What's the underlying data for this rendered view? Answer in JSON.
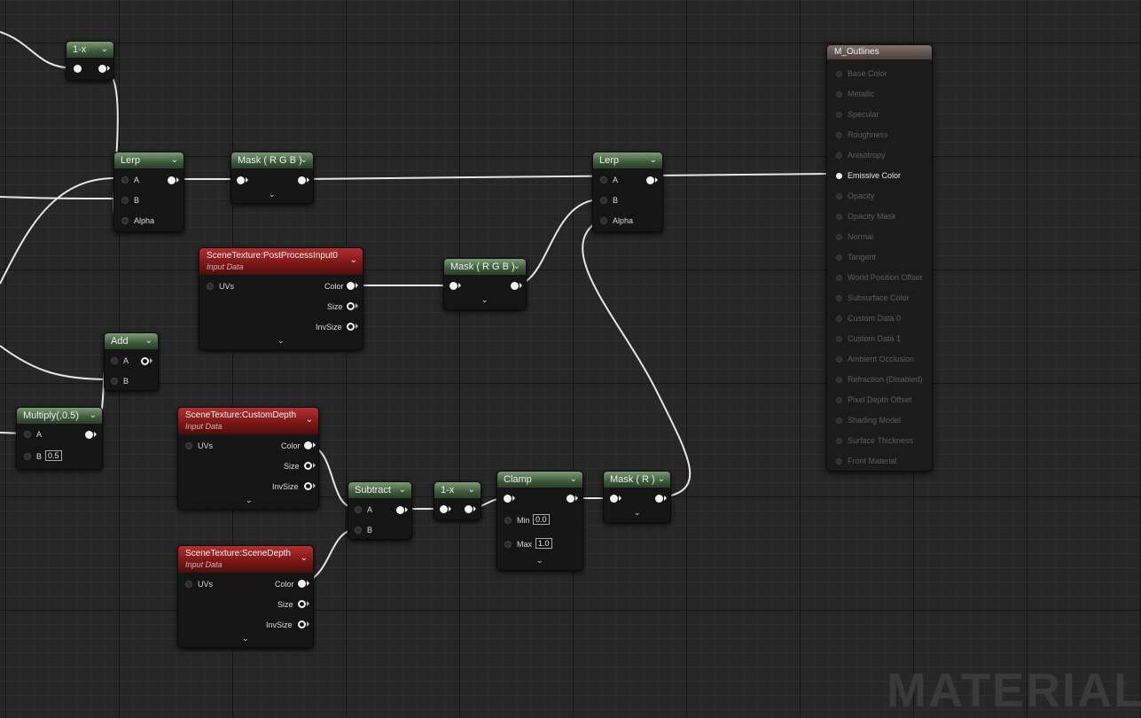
{
  "watermark": "MATERIAL",
  "nodes": {
    "oneminus1": {
      "title": "1-x"
    },
    "lerp1": {
      "title": "Lerp",
      "pins": {
        "a": "A",
        "b": "B",
        "alpha": "Alpha"
      }
    },
    "mask1": {
      "title": "Mask ( R G B )"
    },
    "lerp2": {
      "title": "Lerp",
      "pins": {
        "a": "A",
        "b": "B",
        "alpha": "Alpha"
      }
    },
    "st_post": {
      "title": "SceneTexture:PostProcessInput0",
      "subtitle": "Input Data",
      "pins": {
        "uvs": "UVs",
        "color": "Color",
        "size": "Size",
        "invsize": "InvSize"
      }
    },
    "mask2": {
      "title": "Mask ( R G B )"
    },
    "add": {
      "title": "Add",
      "pins": {
        "a": "A",
        "b": "B"
      }
    },
    "multiply": {
      "title": "Multiply(,0.5)",
      "pins": {
        "a": "A",
        "b": "B"
      },
      "b_value": "0.5"
    },
    "st_custom": {
      "title": "SceneTexture:CustomDepth",
      "subtitle": "Input Data",
      "pins": {
        "uvs": "UVs",
        "color": "Color",
        "size": "Size",
        "invsize": "InvSize"
      }
    },
    "subtract": {
      "title": "Subtract",
      "pins": {
        "a": "A",
        "b": "B"
      }
    },
    "oneminus2": {
      "title": "1-x"
    },
    "clamp": {
      "title": "Clamp",
      "pins": {
        "min": "Min",
        "max": "Max"
      },
      "min_value": "0.0",
      "max_value": "1.0"
    },
    "mask3": {
      "title": "Mask ( R )"
    },
    "st_scene": {
      "title": "SceneTexture:SceneDepth",
      "subtitle": "Input Data",
      "pins": {
        "uvs": "UVs",
        "color": "Color",
        "size": "Size",
        "invsize": "InvSize"
      }
    }
  },
  "result": {
    "title": "M_Outlines",
    "inputs": [
      {
        "label": "Base Color",
        "active": false
      },
      {
        "label": "Metallic",
        "active": false
      },
      {
        "label": "Specular",
        "active": false
      },
      {
        "label": "Roughness",
        "active": false
      },
      {
        "label": "Anisotropy",
        "active": false
      },
      {
        "label": "Emissive Color",
        "active": true
      },
      {
        "label": "Opacity",
        "active": false
      },
      {
        "label": "Opacity Mask",
        "active": false
      },
      {
        "label": "Normal",
        "active": false
      },
      {
        "label": "Tangent",
        "active": false
      },
      {
        "label": "World Position Offset",
        "active": false
      },
      {
        "label": "Subsurface Color",
        "active": false
      },
      {
        "label": "Custom Data 0",
        "active": false
      },
      {
        "label": "Custom Data 1",
        "active": false
      },
      {
        "label": "Ambient Occlusion",
        "active": false
      },
      {
        "label": "Refraction (Disabled)",
        "active": false
      },
      {
        "label": "Pixel Depth Offset",
        "active": false
      },
      {
        "label": "Shading Model",
        "active": false
      },
      {
        "label": "Surface Thickness",
        "active": false
      },
      {
        "label": "Front Material",
        "active": false
      }
    ]
  },
  "colors": {
    "wire": "#e6e6e6",
    "math_header": "#4b6a48",
    "texture_header": "#8c1c1c",
    "result_header": "#6e625b",
    "canvas": "#262626"
  }
}
